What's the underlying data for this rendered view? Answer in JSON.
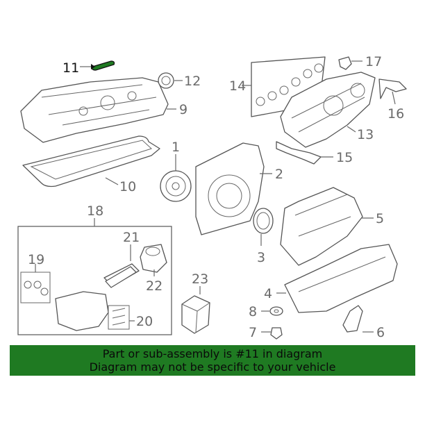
{
  "callouts": {
    "c1": "1",
    "c2": "2",
    "c3": "3",
    "c4": "4",
    "c5": "5",
    "c6": "6",
    "c7": "7",
    "c8": "8",
    "c9": "9",
    "c10": "10",
    "c11": "11",
    "c12": "12",
    "c13": "13",
    "c14": "14",
    "c15": "15",
    "c16": "16",
    "c17": "17",
    "c18": "18",
    "c19": "19",
    "c20": "20",
    "c21": "21",
    "c22": "22",
    "c23": "23"
  },
  "highlighted_part": "11",
  "colors": {
    "banner": "#1f7a22",
    "highlight": "#1f7a22",
    "line": "#555555"
  },
  "banner": {
    "line1": "Part or sub-assembly is #11 in diagram",
    "line2": "Diagram may not be specific to your vehicle"
  }
}
